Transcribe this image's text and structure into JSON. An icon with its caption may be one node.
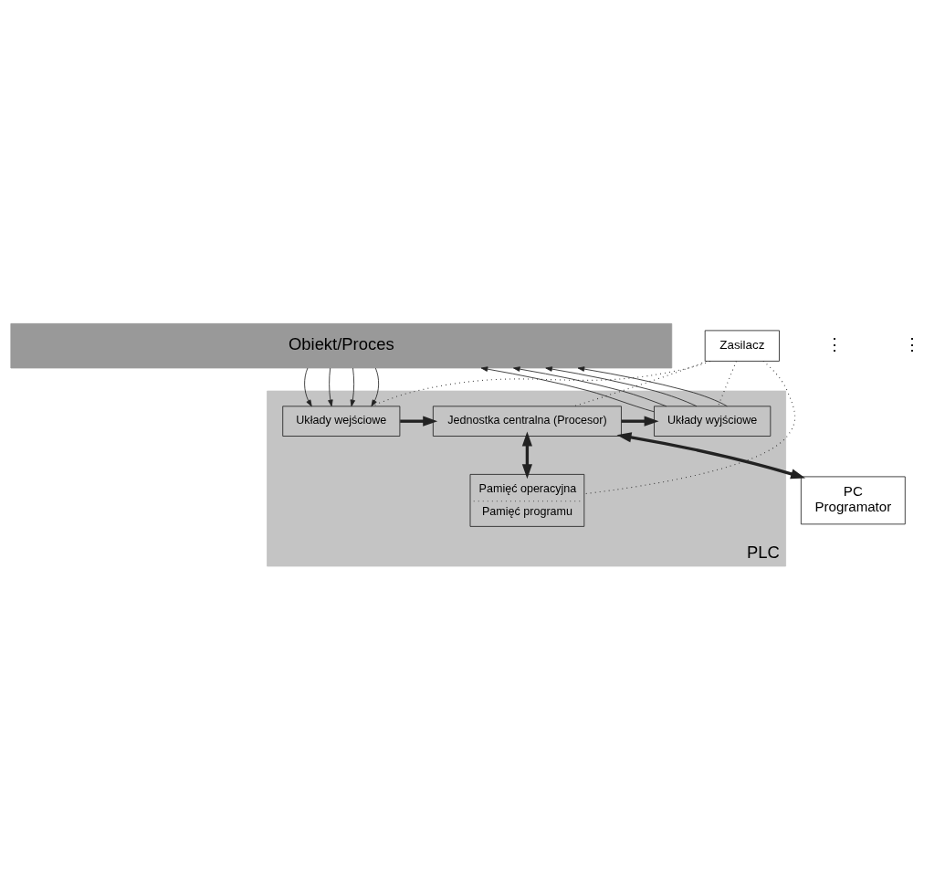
{
  "diagram": {
    "nodes": [
      {
        "text": [
          "Obiekt/Proces"
        ]
      },
      {
        "text": [
          "Zasilacz"
        ]
      },
      {
        "text": [
          "PLC"
        ]
      },
      {
        "text": [
          "Układy wejściowe"
        ],
        "in": 2
      },
      {
        "text": [
          "Jednostka centralna (Procesor)"
        ],
        "in": 2
      },
      {
        "text": [
          "Układy wyjściowe"
        ],
        "in": 2
      },
      {
        "text": [
          "Pamięć operacyjna",
          "Pamięć programu"
        ],
        "in": 2
      },
      {
        "text": [
          "PC",
          "Programator"
        ]
      }
    ],
    "edges": [
      {
        "from": 0,
        "to": 3,
        "arrow": "to"
      },
      {
        "from": 0,
        "to": 3,
        "arrow": "to"
      },
      {
        "from": 0,
        "to": 3,
        "arrow": "to"
      },
      {
        "from": 0,
        "to": 3,
        "arrow": "to"
      },
      {
        "from": 3,
        "to": 4,
        "arrow": "to",
        "style": "thick"
      },
      {
        "from": 4,
        "to": 5,
        "arrow": "to",
        "style": "thick"
      },
      {
        "from": 5,
        "to": 0,
        "arrow": "to"
      },
      {
        "from": 5,
        "to": 0,
        "arrow": "to"
      },
      {
        "from": 5,
        "to": 0,
        "arrow": "to"
      },
      {
        "from": 5,
        "to": 0,
        "arrow": "to"
      },
      {
        "from": 4,
        "to": 6,
        "arrow": "both",
        "style": "thick"
      },
      {
        "from": 7,
        "to": 4,
        "arrow": "both",
        "style": "thick"
      },
      {
        "from": 1,
        "to": 4,
        "arrow": "none",
        "style": "dashed"
      },
      {
        "from": 1,
        "to": 3,
        "arrow": "none",
        "style": "dashed"
      },
      {
        "from": 1,
        "to": 5,
        "arrow": "none",
        "style": "dashed"
      },
      {
        "from": 1,
        "to": 6,
        "arrow": "none",
        "style": "dashed"
      }
    ],
    "labels": [
      "⋮",
      "⋮"
    ]
  }
}
